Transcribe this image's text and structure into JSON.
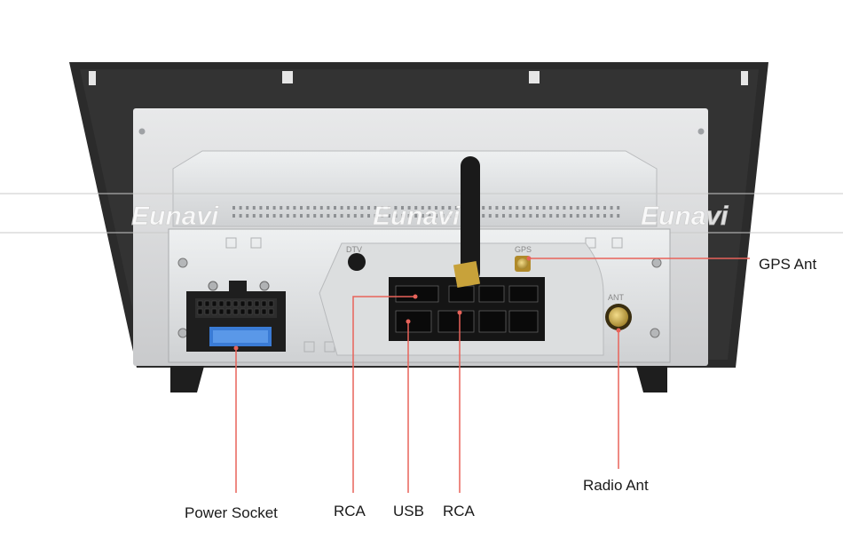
{
  "watermark": {
    "text": "Eunavi"
  },
  "device": {
    "printed_labels": {
      "dtv": "DTV",
      "gps": "GPS",
      "ant": "ANT"
    }
  },
  "callouts": {
    "gps_ant": "GPS Ant",
    "radio_ant": "Radio Ant",
    "power_socket": "Power Socket",
    "rca_left": "RCA",
    "usb": "USB",
    "rca_right": "RCA"
  },
  "colors": {
    "leader_line": "#e8635a",
    "frame": "#2b2b2b",
    "chassis": "#d9dadb",
    "connector_block": "#151515",
    "blue_fuse": "#3a7bd5",
    "gold": "#c8a23a"
  }
}
